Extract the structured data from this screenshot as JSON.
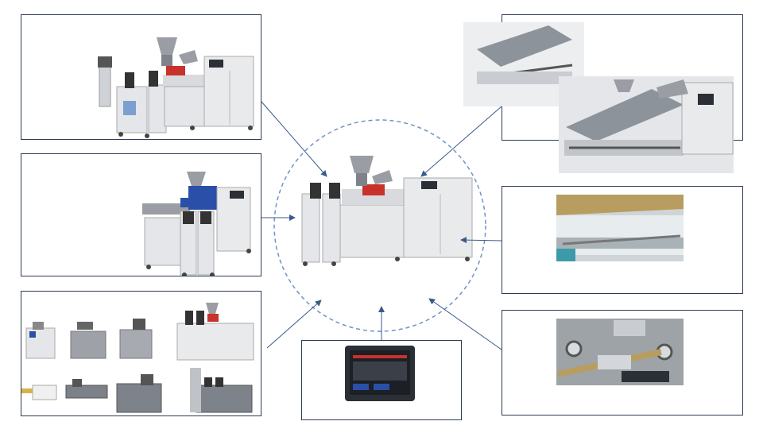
{
  "colors": {
    "panel_border": "#2d3b55",
    "arrow": "#3a5a8a",
    "dashed_circle": "#6f93c6",
    "machine_body": "#e4e6e9",
    "machine_shadow": "#b9bcc1",
    "hopper": "#9a9ea4",
    "accent_red": "#c8322b",
    "accent_blue": "#2a4fa8",
    "control_panel": "#2b2f36",
    "tablet_screen": "#1c1f24",
    "brass": "#b79d5f"
  },
  "panels": [
    {
      "id": "top-left",
      "content": "co-rotating-twin-screw-extruder-with-side-feeders"
    },
    {
      "id": "mid-left",
      "content": "twin-screw-extruder-blue-feeders"
    },
    {
      "id": "bottom-left",
      "content": "extruder-model-range-grid"
    },
    {
      "id": "top-right",
      "content": "split-barrel-clamshell-open"
    },
    {
      "id": "mid-right",
      "content": "split-barrel-closeup"
    },
    {
      "id": "bottom-right",
      "content": "screw-and-barrel-closeup"
    },
    {
      "id": "bottom-center",
      "content": "touchscreen-control-tablet"
    }
  ],
  "center": {
    "content": "central-twin-screw-extruder",
    "outline": "dashed-circle"
  }
}
